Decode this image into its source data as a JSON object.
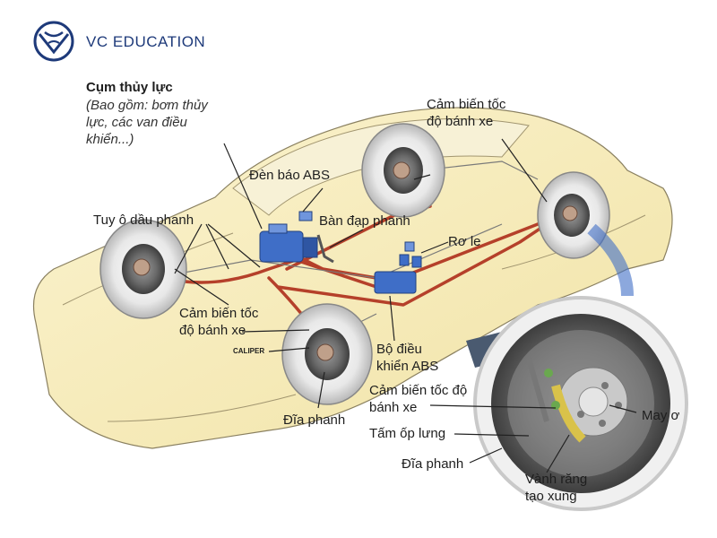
{
  "brand": {
    "name": "VC EDUCATION",
    "color": "#1e3a7a",
    "icon": "vc-education-logo"
  },
  "colors": {
    "car_body": "#f8eec0",
    "brake_line": "#b5402a",
    "abs_unit": "#3f6ec7",
    "wheel_ring": "#e4e4e4"
  },
  "labels": {
    "hydraulic_unit_title": "Cụm thủy lực",
    "hydraulic_unit_desc": [
      "(Bao gồm: bơm thủy",
      "lực, các van điều",
      "khiển...)"
    ],
    "wheel_speed_sensor_rear": [
      "Cảm biến tốc",
      "độ bánh xe"
    ],
    "abs_warning_light": "Đèn báo ABS",
    "brake_pedal": "Bàn đạp phanh",
    "brake_lines": "Tuy ô dầu phanh",
    "relay": "Rơ le",
    "wheel_speed_sensor_front": [
      "Cảm biến tốc",
      "độ bánh xe"
    ],
    "caliper": "CALIPER",
    "abs_controller": [
      "Bộ điều",
      "khiển ABS"
    ],
    "brake_disc_front": "Đĩa phanh",
    "detail_speed_sensor": [
      "Cảm biến tốc độ",
      "bánh xe"
    ],
    "hub": "May ơ",
    "backing_plate": "Tấm ốp lưng",
    "detail_brake_disc": "Đĩa phanh",
    "tone_ring": [
      "Vành răng",
      "tạo xung"
    ]
  }
}
